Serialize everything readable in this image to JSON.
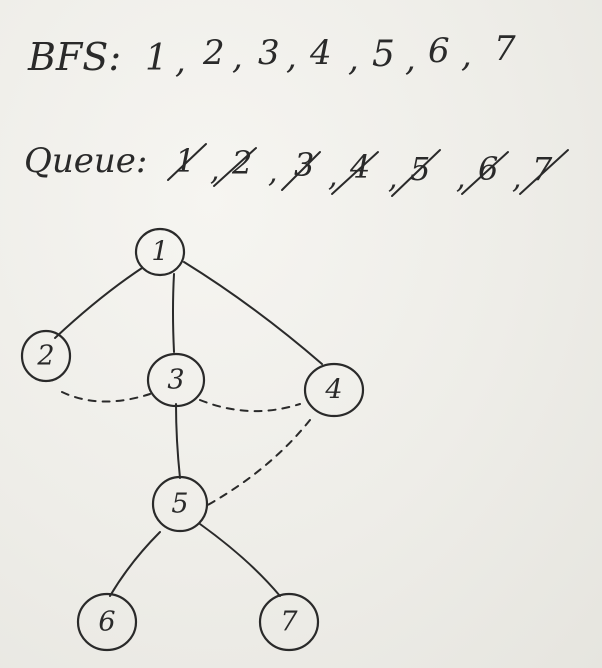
{
  "bfs": {
    "label": "BFS:",
    "sequence": [
      "1",
      "2",
      "3",
      "4",
      "5",
      "6",
      "7"
    ]
  },
  "queue": {
    "label": "Queue:",
    "items": [
      "1",
      "2",
      "3",
      "4",
      "5",
      "6",
      "7"
    ]
  },
  "tree": {
    "nodes": [
      {
        "id": "n1",
        "label": "1"
      },
      {
        "id": "n2",
        "label": "2"
      },
      {
        "id": "n3",
        "label": "3"
      },
      {
        "id": "n4",
        "label": "4"
      },
      {
        "id": "n5",
        "label": "5"
      },
      {
        "id": "n6",
        "label": "6"
      },
      {
        "id": "n7",
        "label": "7"
      }
    ],
    "tree_edges": [
      [
        "1",
        "2"
      ],
      [
        "1",
        "3"
      ],
      [
        "1",
        "4"
      ],
      [
        "3",
        "5"
      ],
      [
        "5",
        "6"
      ],
      [
        "5",
        "7"
      ]
    ],
    "cross_edges": [
      [
        "2",
        "3"
      ],
      [
        "3",
        "4"
      ],
      [
        "4",
        "5"
      ]
    ]
  }
}
